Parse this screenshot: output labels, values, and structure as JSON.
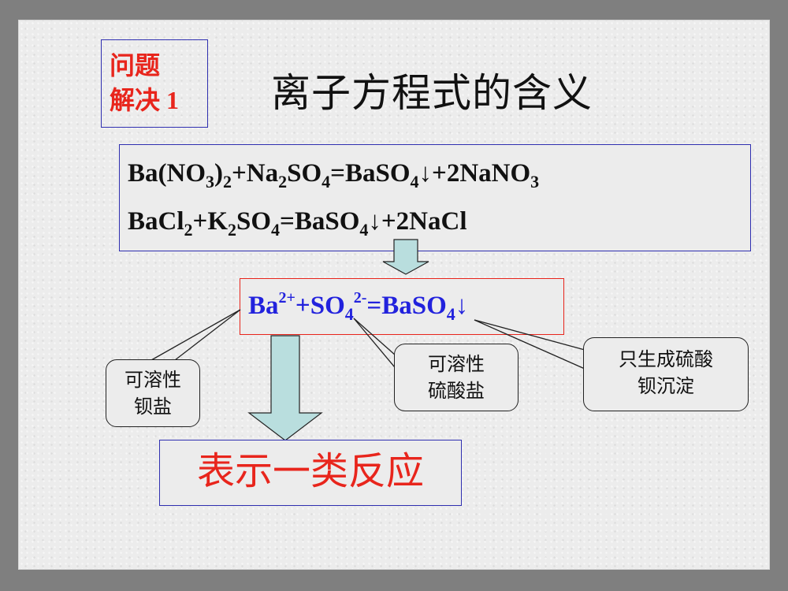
{
  "tag": {
    "line1": "问题",
    "line2": "解决 1"
  },
  "title": "离子方程式的含义",
  "equations": {
    "eq1": {
      "p1": "Ba(NO",
      "s1": "3",
      "p2": ")",
      "s2": "2",
      "p3": "+Na",
      "s3": "2",
      "p4": "SO",
      "s4": "4",
      "p5": "=BaSO",
      "s5": "4",
      "p6": "↓+2NaNO",
      "s6": "3"
    },
    "eq2": {
      "p1": "BaCl",
      "s1": "2",
      "p2": "+K",
      "s2": "2",
      "p3": "SO",
      "s3": "4",
      "p4": "=BaSO",
      "s4": "4",
      "p5": "↓+2NaCl"
    }
  },
  "ionic": {
    "p1": "Ba",
    "sup1": "2+",
    "p2": "+SO",
    "sub1": "4",
    "sup2": "2-",
    "p3": "=BaSO",
    "sub2": "4",
    "p4": "↓"
  },
  "callouts": {
    "left": {
      "line1": "可溶性",
      "line2": "钡盐"
    },
    "middle": {
      "line1": "可溶性",
      "line2": "硫酸盐"
    },
    "right": {
      "line1": "只生成硫酸",
      "line2": "钡沉淀"
    }
  },
  "result": "表示一类反应",
  "colors": {
    "red": "#e8251c",
    "blue": "#2222dd",
    "frame": "#2f2fb0",
    "arrow_fill": "#b9dede"
  }
}
